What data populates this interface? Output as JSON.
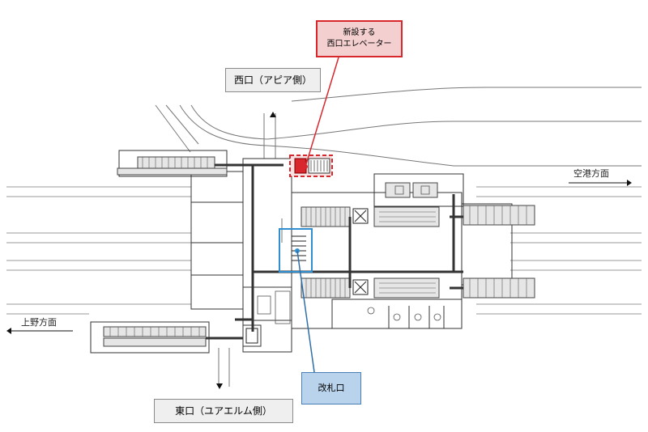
{
  "labels": {
    "new_elevator_line1": "新設する",
    "new_elevator_line2": "西口エレベーター",
    "west_exit": "西口（アピア側）",
    "east_exit": "東口（ユアエルム側）",
    "ticket_gate": "改札口",
    "airport_direction": "空港方面",
    "ueno_direction": "上野方面"
  },
  "colors": {
    "elevator_highlight": "#d9272e",
    "elevator_box_fill": "#f3cfcf",
    "gate_highlight": "#2f8fd0",
    "gate_box_fill": "#b9d3ec",
    "exit_box_fill": "#efefef"
  },
  "icons": [
    "arrow-up-icon",
    "arrow-down-icon",
    "arrow-right-icon",
    "arrow-left-icon"
  ]
}
